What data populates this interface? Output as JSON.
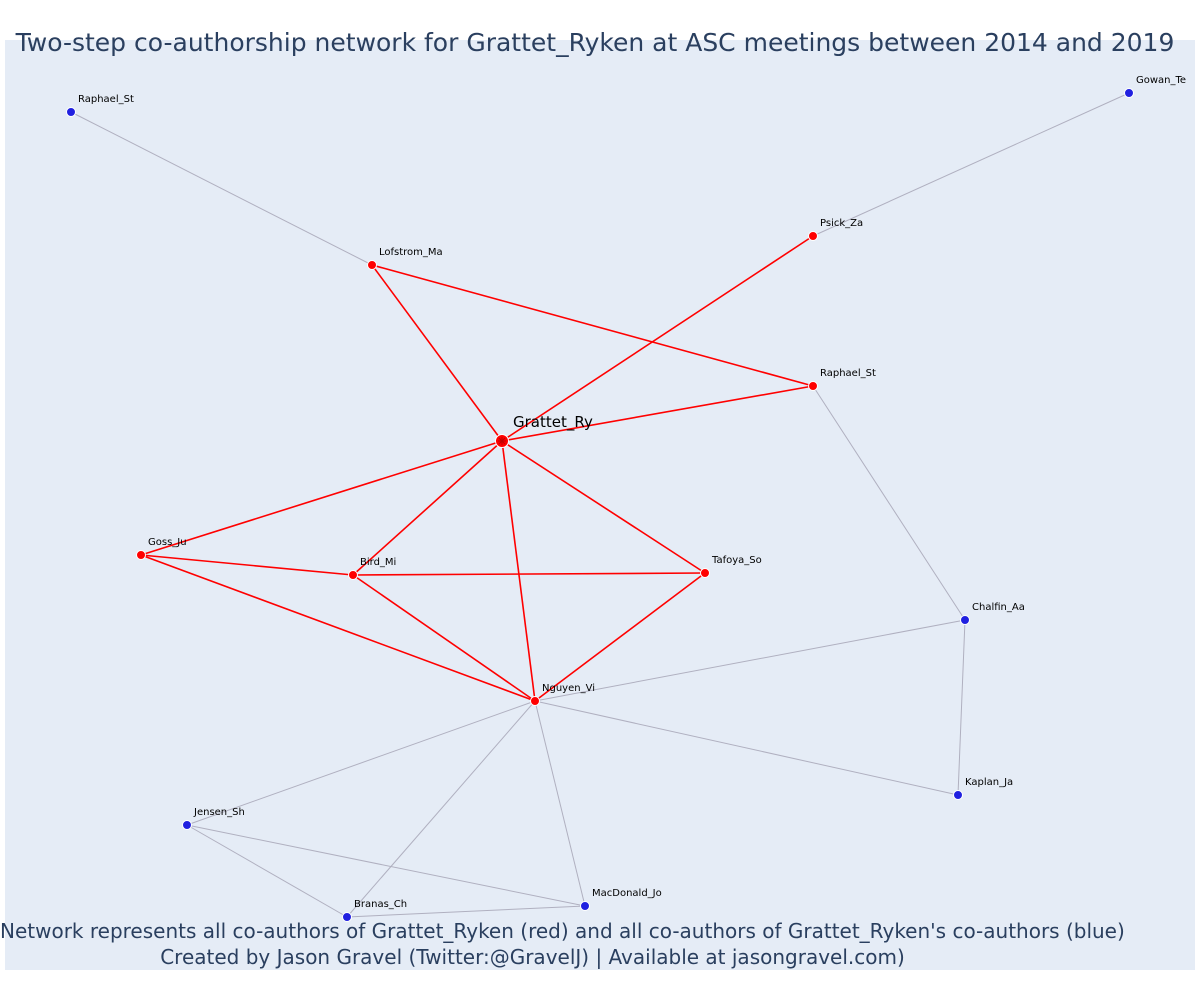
{
  "title": "Two-step co-authorship network for Grattet_Ryken at ASC meetings between 2014 and 2019",
  "caption": {
    "line1": "Network represents all co-authors of Grattet_Ryken (red) and all co-authors of Grattet_Ryken's co-authors (blue)",
    "line2": "Created by Jason Gravel (Twitter:@GravelJ) | Available at jasongravel.com)"
  },
  "colors": {
    "background": "#e5ecf6",
    "first_degree": "#ff0000",
    "second_degree": "#2020e0",
    "first_edge": "#ff0000",
    "second_edge": "#b0b0c0"
  },
  "nodes": [
    {
      "id": "grattet",
      "label": "Grattet_Ry",
      "group": "center"
    },
    {
      "id": "lofstrom",
      "label": "Lofstrom_Ma",
      "group": "first"
    },
    {
      "id": "psick",
      "label": "Psick_Za",
      "group": "first"
    },
    {
      "id": "raphael1",
      "label": "Raphael_St",
      "group": "first"
    },
    {
      "id": "goss",
      "label": "Goss_Ju",
      "group": "first"
    },
    {
      "id": "bird",
      "label": "Bird_Mi",
      "group": "first"
    },
    {
      "id": "tafoya",
      "label": "Tafoya_So",
      "group": "first"
    },
    {
      "id": "nguyen",
      "label": "Nguyen_Vi",
      "group": "first"
    },
    {
      "id": "raphael2",
      "label": "Raphael_St",
      "group": "second"
    },
    {
      "id": "gowan",
      "label": "Gowan_Te",
      "group": "second"
    },
    {
      "id": "chalfin",
      "label": "Chalfin_Aa",
      "group": "second"
    },
    {
      "id": "kaplan",
      "label": "Kaplan_Ja",
      "group": "second"
    },
    {
      "id": "jensen",
      "label": "Jensen_Sh",
      "group": "second"
    },
    {
      "id": "branas",
      "label": "Branas_Ch",
      "group": "second"
    },
    {
      "id": "macdonald",
      "label": "MacDonald_Jo",
      "group": "second"
    }
  ],
  "edges": [
    {
      "source": "grattet",
      "target": "lofstrom",
      "type": "first"
    },
    {
      "source": "grattet",
      "target": "psick",
      "type": "first"
    },
    {
      "source": "grattet",
      "target": "raphael1",
      "type": "first"
    },
    {
      "source": "grattet",
      "target": "goss",
      "type": "first"
    },
    {
      "source": "grattet",
      "target": "bird",
      "type": "first"
    },
    {
      "source": "grattet",
      "target": "tafoya",
      "type": "first"
    },
    {
      "source": "grattet",
      "target": "nguyen",
      "type": "first"
    },
    {
      "source": "lofstrom",
      "target": "raphael1",
      "type": "first"
    },
    {
      "source": "goss",
      "target": "bird",
      "type": "first"
    },
    {
      "source": "goss",
      "target": "nguyen",
      "type": "first"
    },
    {
      "source": "bird",
      "target": "tafoya",
      "type": "first"
    },
    {
      "source": "bird",
      "target": "nguyen",
      "type": "first"
    },
    {
      "source": "tafoya",
      "target": "nguyen",
      "type": "first"
    },
    {
      "source": "lofstrom",
      "target": "raphael2",
      "type": "second"
    },
    {
      "source": "psick",
      "target": "gowan",
      "type": "second"
    },
    {
      "source": "raphael1",
      "target": "chalfin",
      "type": "second"
    },
    {
      "source": "nguyen",
      "target": "chalfin",
      "type": "second"
    },
    {
      "source": "chalfin",
      "target": "kaplan",
      "type": "second"
    },
    {
      "source": "nguyen",
      "target": "kaplan",
      "type": "second"
    },
    {
      "source": "nguyen",
      "target": "jensen",
      "type": "second"
    },
    {
      "source": "nguyen",
      "target": "branas",
      "type": "second"
    },
    {
      "source": "nguyen",
      "target": "macdonald",
      "type": "second"
    },
    {
      "source": "jensen",
      "target": "branas",
      "type": "second"
    },
    {
      "source": "jensen",
      "target": "macdonald",
      "type": "second"
    },
    {
      "source": "branas",
      "target": "macdonald",
      "type": "second"
    }
  ]
}
